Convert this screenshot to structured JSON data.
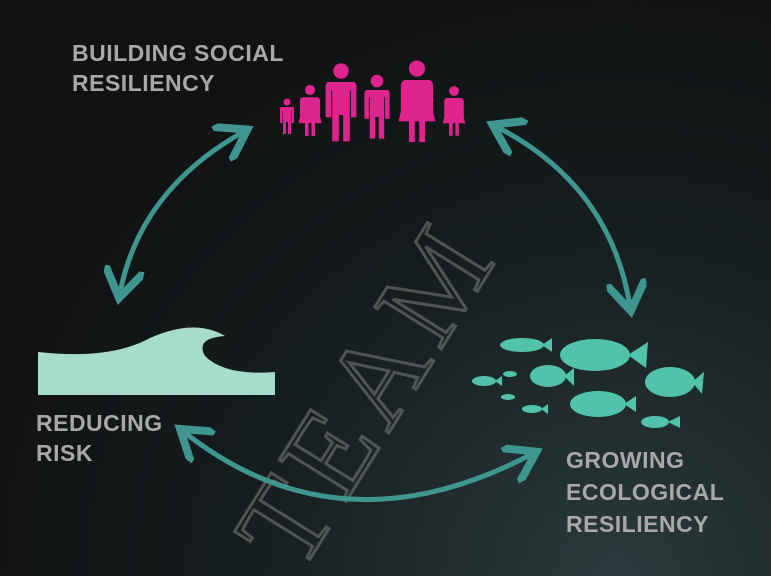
{
  "labels": {
    "social": [
      "BUILDING SOCIAL",
      "RESILIENCY"
    ],
    "risk": [
      "REDUCING",
      "RISK"
    ],
    "ecological": [
      "GROWING",
      "ECOLOGICAL",
      "RESILIENCY"
    ]
  },
  "watermark": "TEAM",
  "colors": {
    "people": "#e0248f",
    "arrows": "#3f9690",
    "wave": "#a6dccb",
    "fish": "#52c2aa",
    "text": "#a8a8a8"
  }
}
